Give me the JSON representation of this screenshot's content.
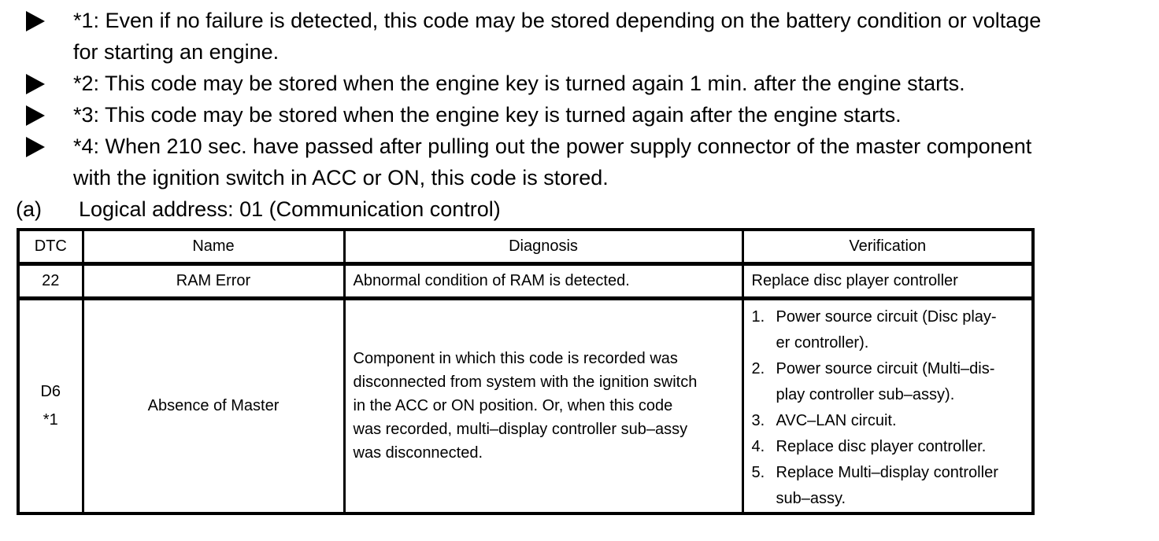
{
  "notes": [
    {
      "marker": "right-triangle",
      "lines": [
        "*1: Even if no failure is detected, this code may be stored depending on the battery condition or voltage",
        "for starting an engine."
      ]
    },
    {
      "marker": "right-triangle",
      "lines": [
        "*2: This code may be stored when the engine key is turned again 1 min. after the engine starts."
      ]
    },
    {
      "marker": "right-triangle",
      "lines": [
        "*3: This code may be stored when the engine key is turned again after the engine starts."
      ]
    },
    {
      "marker": "right-triangle",
      "lines": [
        "*4: When 210 sec. have passed after pulling out the power supply connector of the master component",
        "with the ignition switch in ACC or ON, this code is stored."
      ]
    }
  ],
  "section": {
    "label": "(a)",
    "title": "Logical address: 01 (Communication control)"
  },
  "table": {
    "headers": [
      "DTC",
      "Name",
      "Diagnosis",
      "Verification"
    ],
    "rows": [
      {
        "dtc": "22",
        "name": "RAM Error",
        "diagnosis_lines": [
          "Abnormal condition of RAM is detected."
        ],
        "verification_text": "Replace disc player controller"
      },
      {
        "dtc": "D6",
        "dtc_note": "*1",
        "name": "Absence of Master",
        "diagnosis_lines": [
          "Component in which this code is recorded was",
          "disconnected from system with the ignition switch",
          "in the ACC or ON position. Or, when this code",
          "was recorded, multi–display controller sub–assy",
          "was disconnected."
        ],
        "verification_list": [
          {
            "num": "1.",
            "lines": [
              "Power source circuit (Disc play-",
              "er controller)."
            ]
          },
          {
            "num": "2.",
            "lines": [
              "Power source circuit (Multi–dis-",
              "play controller sub–assy)."
            ]
          },
          {
            "num": "3.",
            "lines": [
              "AVC–LAN circuit."
            ]
          },
          {
            "num": "4.",
            "lines": [
              "Replace disc player controller."
            ]
          },
          {
            "num": "5.",
            "lines": [
              "Replace Multi–display controller",
              "sub–assy."
            ]
          }
        ]
      }
    ]
  },
  "colors": {
    "text": "#000000",
    "background": "#ffffff",
    "border": "#000000"
  }
}
